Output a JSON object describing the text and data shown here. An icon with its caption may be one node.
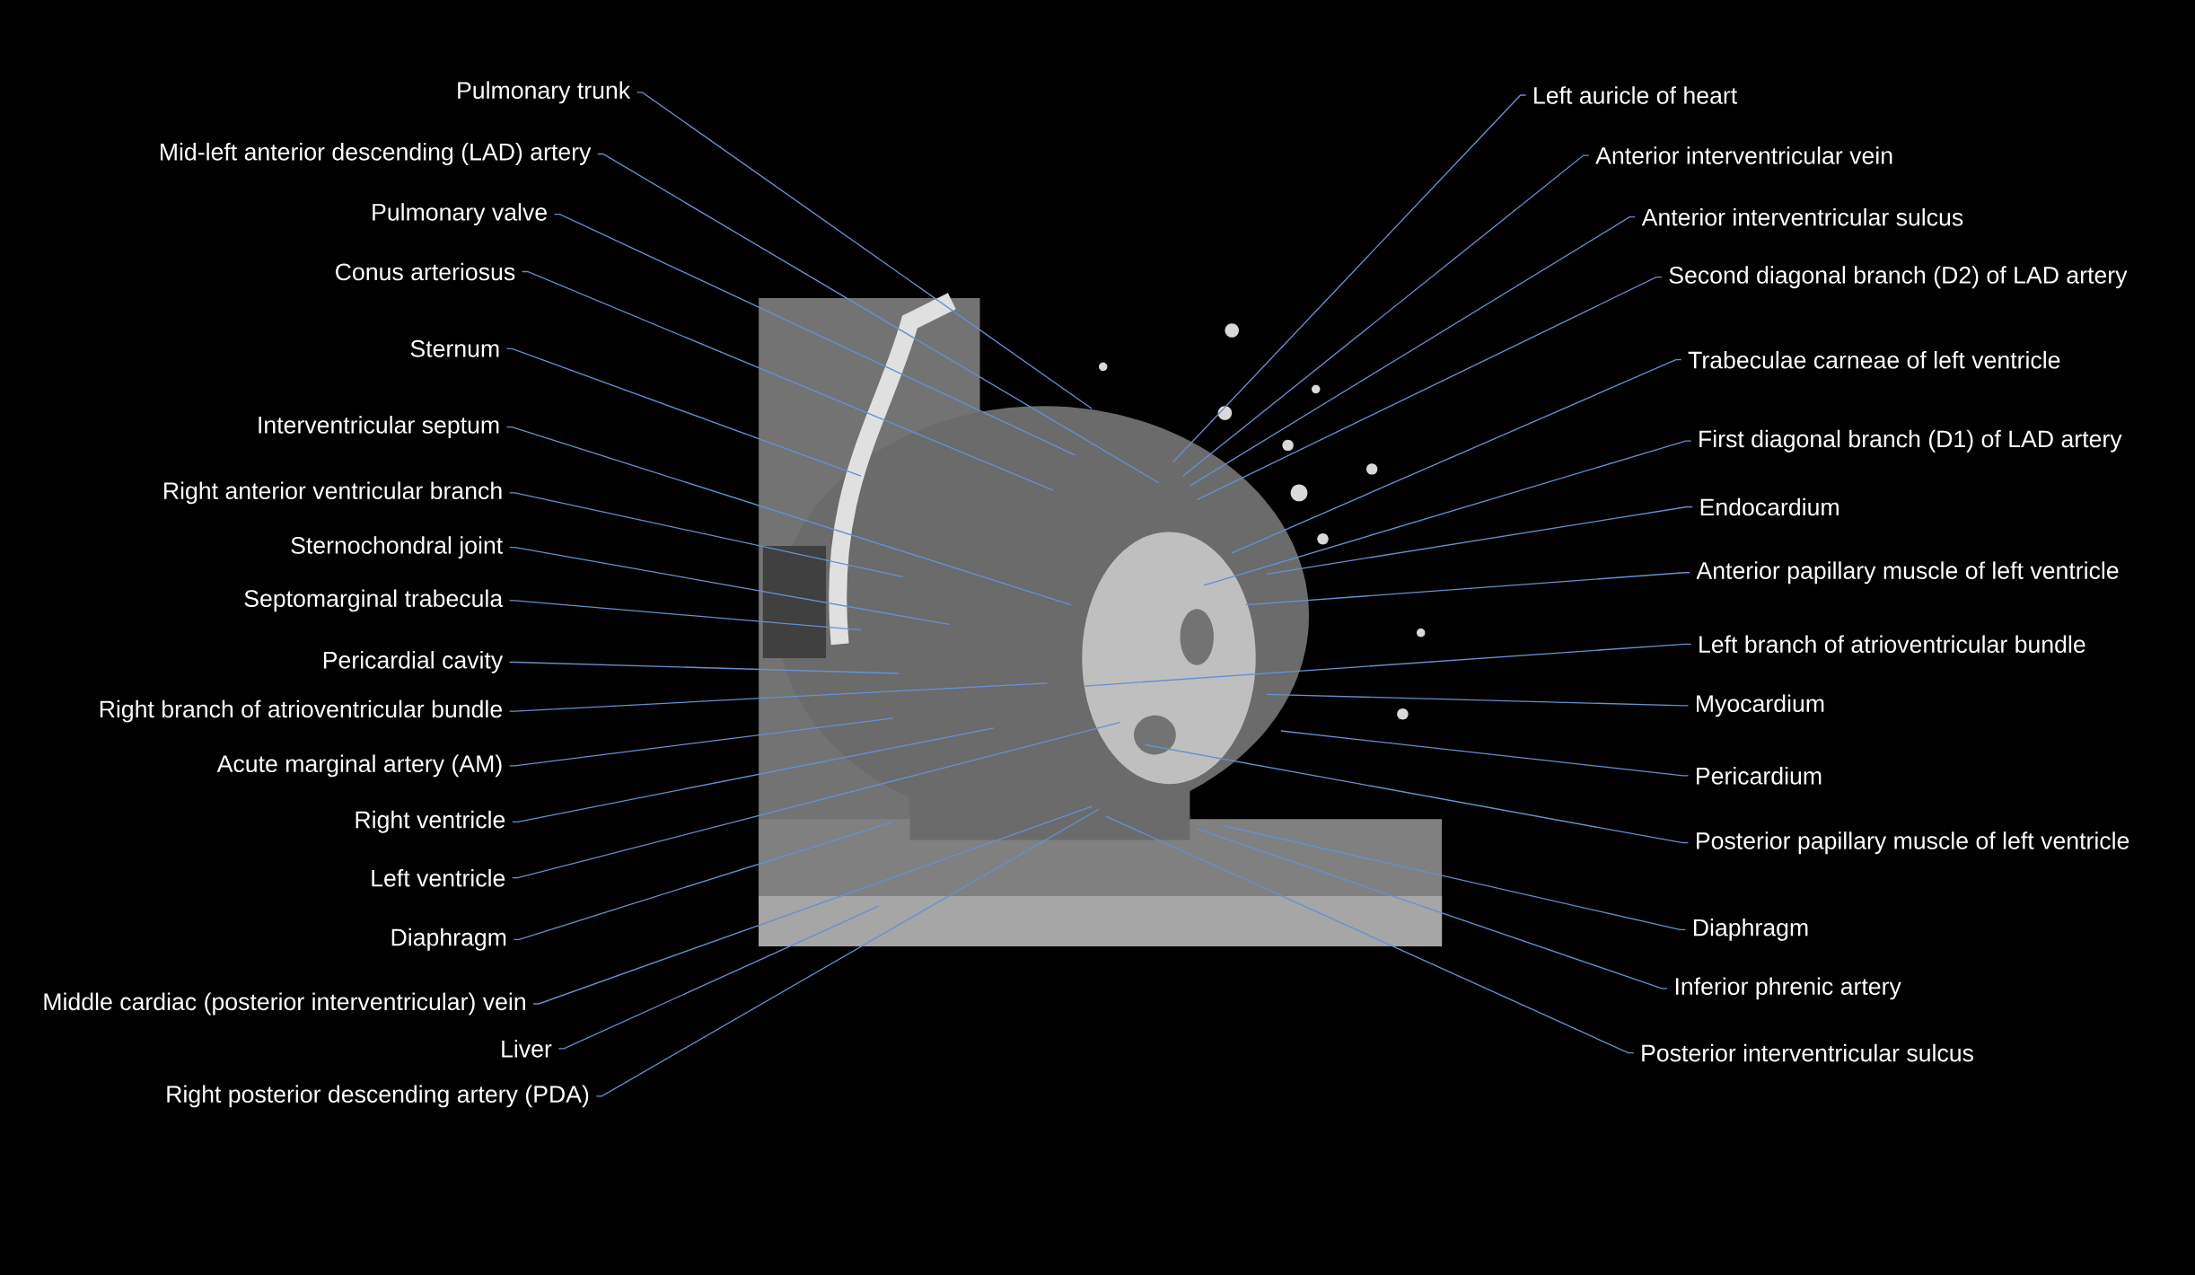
{
  "diagram": {
    "nodes": [
      {
        "text": [
          "Pulmonary trunk"
        ]
      },
      {
        "text": [
          "Mid-left anterior descending (LAD) artery"
        ]
      },
      {
        "text": [
          "Pulmonary valve"
        ]
      },
      {
        "text": [
          "Conus arteriosus"
        ]
      },
      {
        "text": [
          "Sternum"
        ]
      },
      {
        "text": [
          "Interventricular septum"
        ]
      },
      {
        "text": [
          "Right anterior ventricular branch"
        ]
      },
      {
        "text": [
          "Sternochondral joint"
        ]
      },
      {
        "text": [
          "Septomarginal trabecula"
        ]
      },
      {
        "text": [
          "Pericardial cavity"
        ]
      },
      {
        "text": [
          "Right branch of atrioventricular bundle"
        ]
      },
      {
        "text": [
          "Acute marginal artery (AM)"
        ]
      },
      {
        "text": [
          "Right ventricle"
        ]
      },
      {
        "text": [
          "Left ventricle"
        ]
      },
      {
        "text": [
          "Diaphragm"
        ]
      },
      {
        "text": [
          "Middle cardiac (posterior interventricular) vein"
        ]
      },
      {
        "text": [
          "Liver"
        ]
      },
      {
        "text": [
          "Right posterior descending artery (PDA)"
        ]
      },
      {
        "text": [
          "Left auricle of heart"
        ]
      },
      {
        "text": [
          "Anterior interventricular vein"
        ]
      },
      {
        "text": [
          "Anterior interventricular sulcus"
        ]
      },
      {
        "text": [
          "Second diagonal branch (D2) of LAD artery"
        ]
      },
      {
        "text": [
          "Trabeculae carneae of left ventricle"
        ]
      },
      {
        "text": [
          "First diagonal branch (D1) of LAD artery"
        ]
      },
      {
        "text": [
          "Endocardium"
        ]
      },
      {
        "text": [
          "Anterior papillary muscle of left ventricle"
        ]
      },
      {
        "text": [
          "Left branch of atrioventricular bundle"
        ]
      },
      {
        "text": [
          "Myocardium"
        ]
      },
      {
        "text": [
          "Pericardium"
        ]
      },
      {
        "text": [
          "Posterior papillary muscle of left ventricle"
        ]
      },
      {
        "text": [
          "Diaphragm"
        ]
      },
      {
        "text": [
          "Inferior phrenic artery"
        ]
      },
      {
        "text": [
          "Posterior interventricular sulcus"
        ]
      }
    ],
    "edges": [
      {
        "from": 0,
        "to": null,
        "arrow": "none"
      },
      {
        "from": 1,
        "to": null,
        "arrow": "none"
      },
      {
        "from": 2,
        "to": null,
        "arrow": "none"
      },
      {
        "from": 3,
        "to": null,
        "arrow": "none"
      },
      {
        "from": 4,
        "to": null,
        "arrow": "none"
      },
      {
        "from": 5,
        "to": null,
        "arrow": "none"
      },
      {
        "from": 6,
        "to": null,
        "arrow": "none"
      },
      {
        "from": 7,
        "to": null,
        "arrow": "none"
      },
      {
        "from": 8,
        "to": null,
        "arrow": "none"
      },
      {
        "from": 9,
        "to": null,
        "arrow": "none"
      },
      {
        "from": 10,
        "to": null,
        "arrow": "none"
      },
      {
        "from": 11,
        "to": null,
        "arrow": "none"
      },
      {
        "from": 12,
        "to": null,
        "arrow": "none"
      },
      {
        "from": 13,
        "to": null,
        "arrow": "none"
      },
      {
        "from": 14,
        "to": null,
        "arrow": "none"
      },
      {
        "from": 15,
        "to": null,
        "arrow": "none"
      },
      {
        "from": 16,
        "to": null,
        "arrow": "none"
      },
      {
        "from": 17,
        "to": null,
        "arrow": "none"
      },
      {
        "from": 18,
        "to": null,
        "arrow": "none"
      },
      {
        "from": 19,
        "to": null,
        "arrow": "none"
      },
      {
        "from": 20,
        "to": null,
        "arrow": "none"
      },
      {
        "from": 21,
        "to": null,
        "arrow": "none"
      },
      {
        "from": 22,
        "to": null,
        "arrow": "none"
      },
      {
        "from": 23,
        "to": null,
        "arrow": "none"
      },
      {
        "from": 24,
        "to": null,
        "arrow": "none"
      },
      {
        "from": 25,
        "to": null,
        "arrow": "none"
      },
      {
        "from": 26,
        "to": null,
        "arrow": "none"
      },
      {
        "from": 27,
        "to": null,
        "arrow": "none"
      },
      {
        "from": 28,
        "to": null,
        "arrow": "none"
      },
      {
        "from": 29,
        "to": null,
        "arrow": "none"
      },
      {
        "from": 30,
        "to": null,
        "arrow": "none"
      },
      {
        "from": 31,
        "to": null,
        "arrow": "none"
      },
      {
        "from": 32,
        "to": null,
        "arrow": "none"
      }
    ]
  }
}
